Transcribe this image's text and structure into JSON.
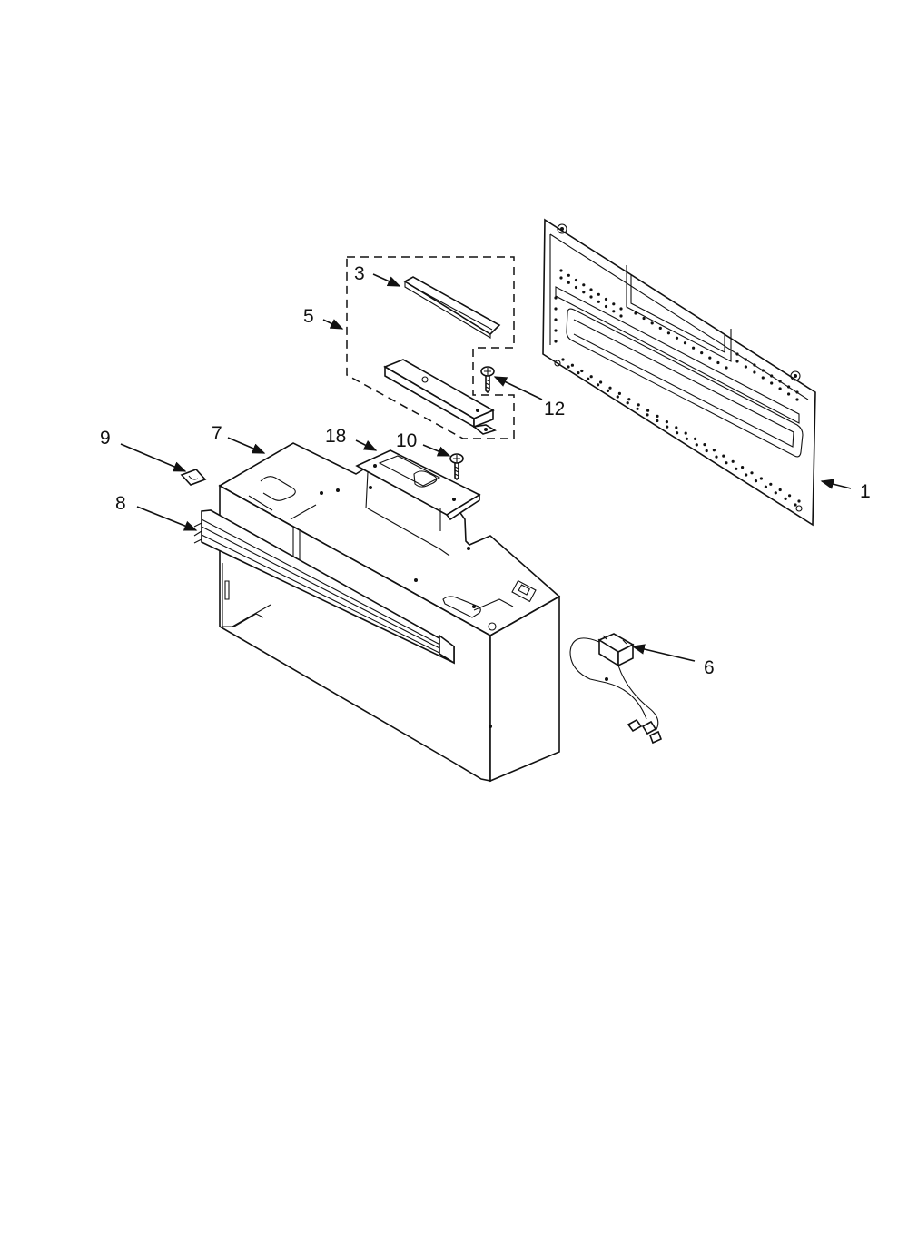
{
  "callouts": [
    {
      "id": "1",
      "text": "1"
    },
    {
      "id": "3",
      "text": "3"
    },
    {
      "id": "5",
      "text": "5"
    },
    {
      "id": "6",
      "text": "6"
    },
    {
      "id": "7",
      "text": "7"
    },
    {
      "id": "8",
      "text": "8"
    },
    {
      "id": "9",
      "text": "9"
    },
    {
      "id": "10",
      "text": "10"
    },
    {
      "id": "12",
      "text": "12"
    },
    {
      "id": "18",
      "text": "18"
    }
  ]
}
